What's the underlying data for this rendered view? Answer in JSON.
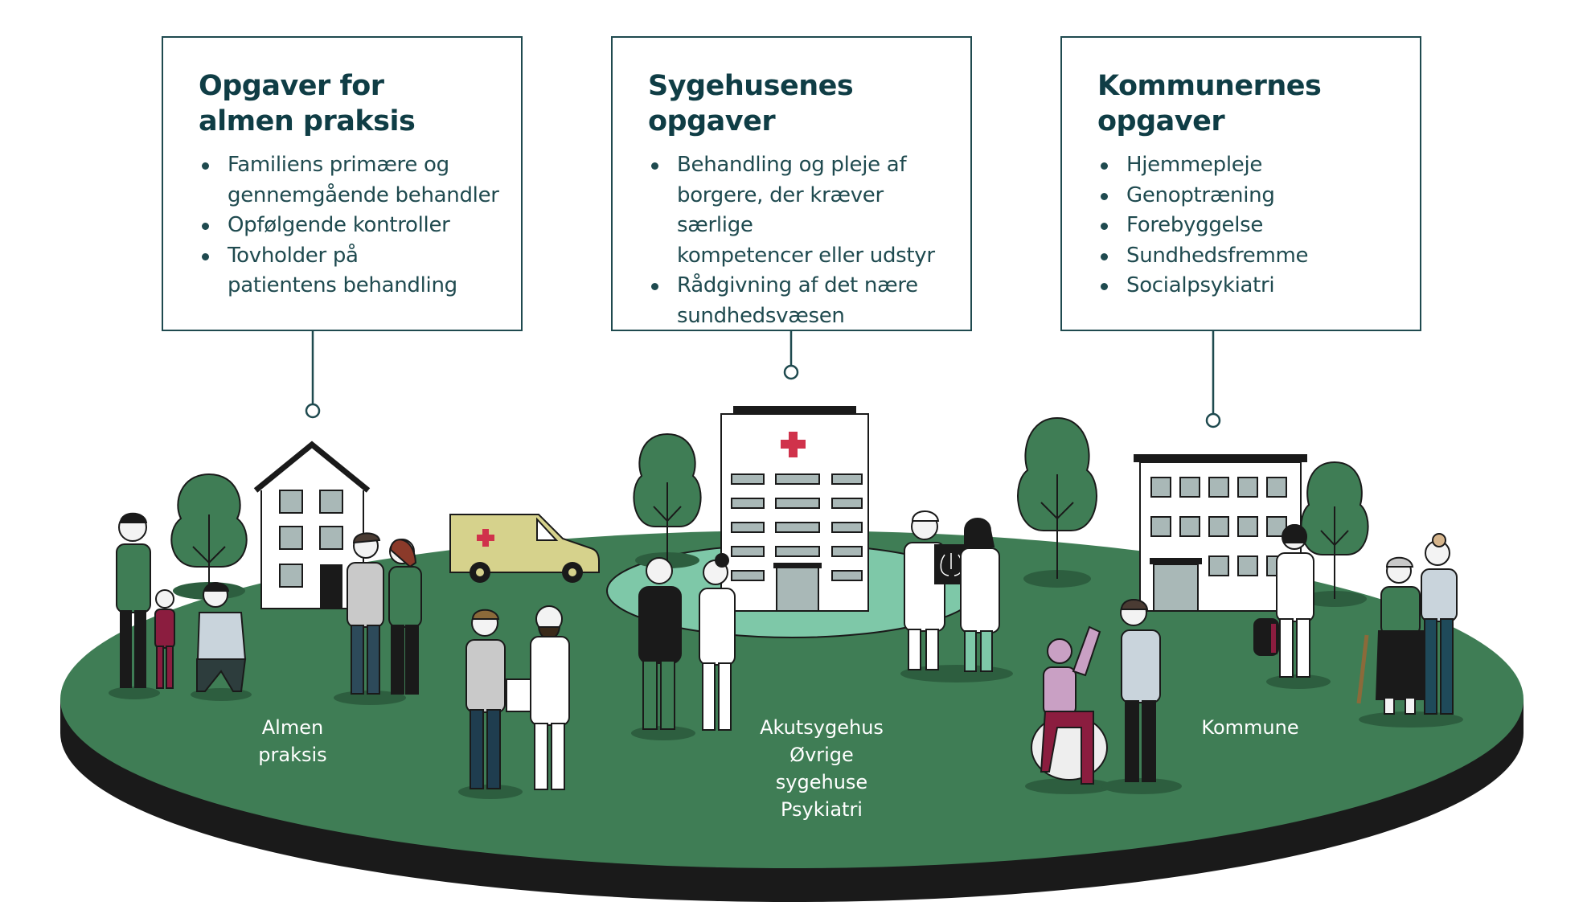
{
  "boxes": [
    {
      "title_lines": [
        "Opgaver for",
        "almen praksis"
      ],
      "items": [
        [
          "Familiens primære og",
          "gennemgående behandler"
        ],
        [
          "Opfølgende kontroller"
        ],
        [
          "Tovholder på",
          "patientens behandling"
        ]
      ]
    },
    {
      "title_lines": [
        "Sygehusenes",
        "opgaver"
      ],
      "items": [
        [
          "Behandling og pleje af",
          "borgere, der kræver særlige",
          "kompetencer eller udstyr"
        ],
        [
          "Rådgivning af det nære",
          "sundhedsvæsen"
        ]
      ]
    },
    {
      "title_lines": [
        "Kommunernes",
        "opgaver"
      ],
      "items": [
        [
          "Hjemmepleje"
        ],
        [
          "Genoptræning"
        ],
        [
          "Forebyggelse"
        ],
        [
          "Sundhedsfremme"
        ],
        [
          "Socialpsykiatri"
        ]
      ]
    }
  ],
  "ground_labels": {
    "almen": [
      "Almen",
      "praksis"
    ],
    "sygehus": [
      "Akutsygehus",
      "Øvrige sygehuse",
      "Psykiatri"
    ],
    "kommune": [
      "Kommune"
    ]
  },
  "colors": {
    "ground": "#3f7d55",
    "ground_edge": "#1a1a1a",
    "tree": "#3f7d55",
    "ink": "#1f4a4f",
    "cross": "#d0324b",
    "ambulance": "#d6d28c",
    "plaza": "#7ec8a8"
  }
}
